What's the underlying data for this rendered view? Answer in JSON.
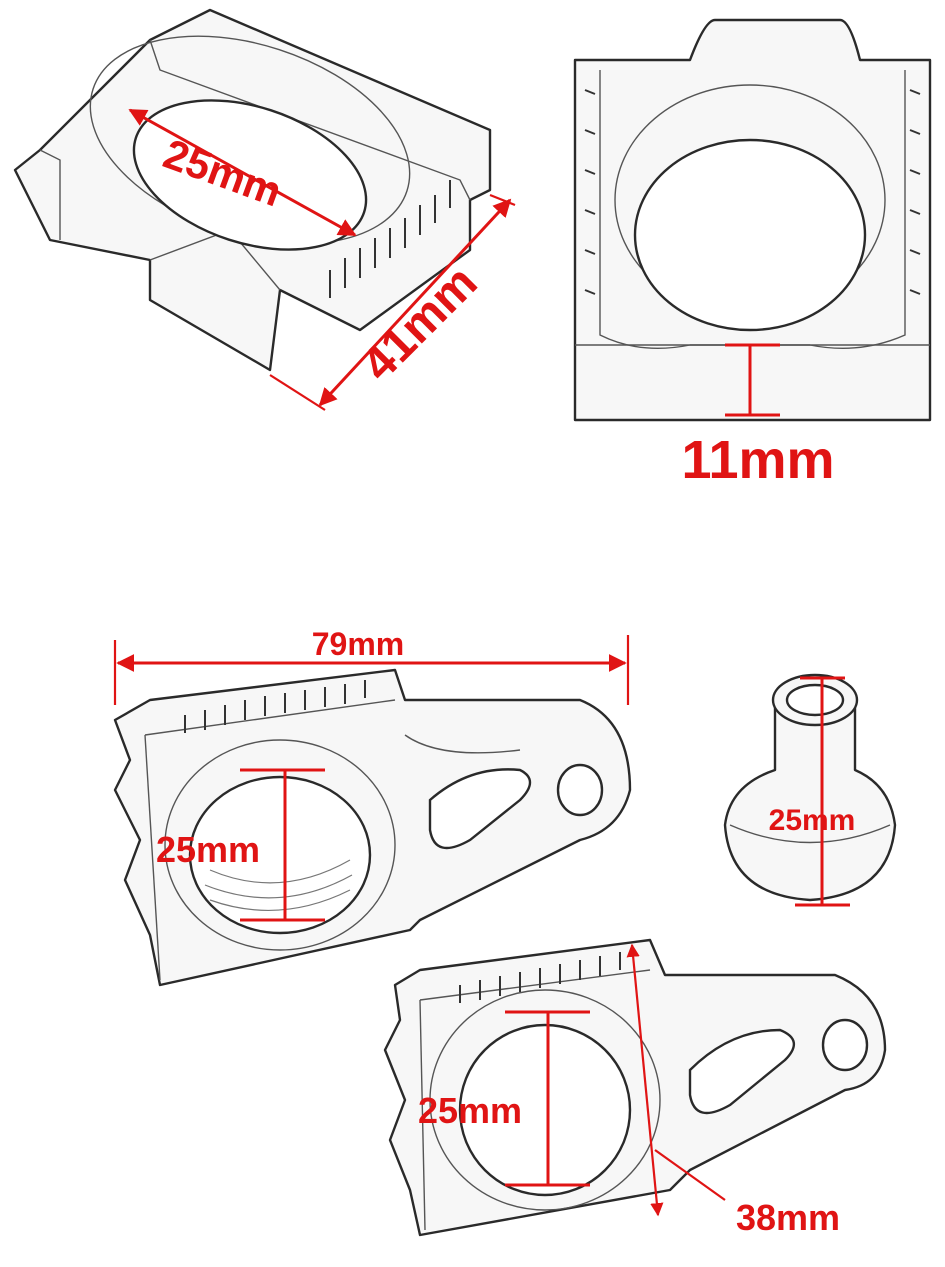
{
  "colors": {
    "dimension": "#e01414",
    "outline": "#2a2a2a",
    "part_fill": "#f7f7f7"
  },
  "dimensions": {
    "adjuster_bore": "25mm",
    "adjuster_length": "41mm",
    "adjuster_lip": "11mm",
    "swingarm_length": "79mm",
    "swingarm_bore": "25mm",
    "spacer_height": "25mm",
    "second_block_bore": "25mm",
    "second_block_height": "38mm"
  }
}
